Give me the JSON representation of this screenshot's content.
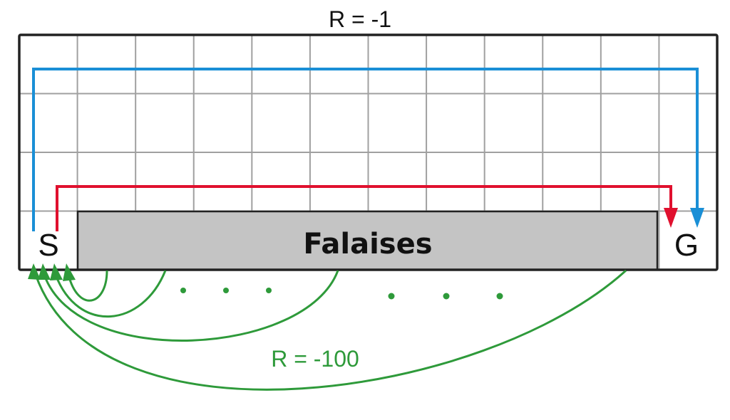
{
  "top_reward_label": "R = -1",
  "start_label": "S",
  "goal_label": "G",
  "cliff_label": "Falaises",
  "cliff_reward_label": "R = -100",
  "grid": {
    "columns": 12,
    "rows": 4
  },
  "colors": {
    "grid_line": "#a0a0a0",
    "grid_border": "#222222",
    "cliff_fill": "#c4c4c4",
    "safe_path": "#1a8fd6",
    "optimal_path": "#e0102e",
    "cliff_return": "#2e9a3a"
  }
}
